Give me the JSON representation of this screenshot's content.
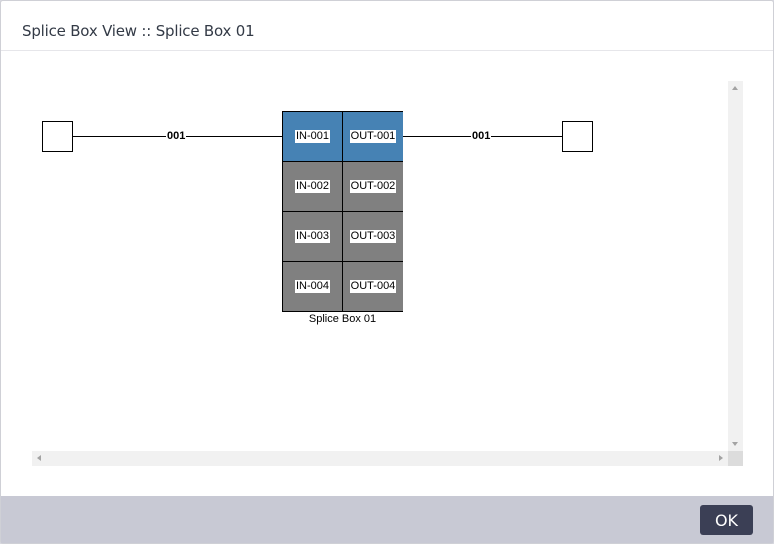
{
  "dialog": {
    "title": "Splice Box View :: Splice Box 01"
  },
  "diagram": {
    "left_wire_label": "001",
    "right_wire_label": "001",
    "splice_box_name": "Splice Box 01",
    "active_color": "#4682b4",
    "inactive_color": "#808080",
    "ports": [
      {
        "in": "IN-001",
        "out": "OUT-001",
        "active": true
      },
      {
        "in": "IN-002",
        "out": "OUT-002",
        "active": false
      },
      {
        "in": "IN-003",
        "out": "OUT-003",
        "active": false
      },
      {
        "in": "IN-004",
        "out": "OUT-004",
        "active": false
      }
    ]
  },
  "footer": {
    "ok_label": "OK"
  }
}
